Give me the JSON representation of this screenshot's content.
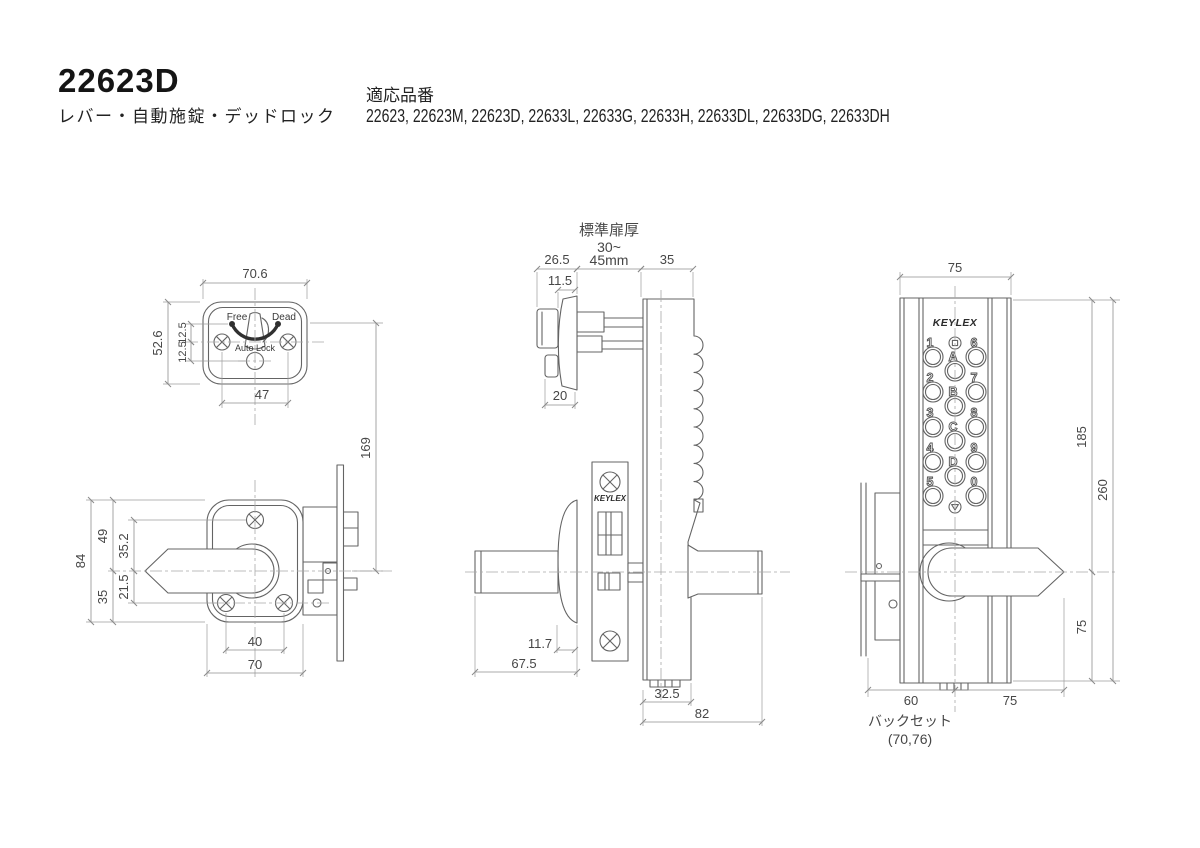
{
  "header": {
    "model": "22623D",
    "subtitle": "レバー・自動施錠・デッドロック",
    "compat_label": "適応品番",
    "compat_models": "22623, 22623M, 22623D, 22633L, 22633G, 22633H, 22633DL, 22633DG, 22633DH"
  },
  "brand": "KEYLEX",
  "indicator_plate": {
    "free": "Free",
    "dead": "Dead",
    "auto_lock": "Auto Lock",
    "dim_width": "70.6",
    "dim_height": "52.6",
    "dim_upper": "12.5",
    "dim_lower": "12.5",
    "dim_screws": "47"
  },
  "interior_view": {
    "dim_center_height": "169",
    "dim_total": "84",
    "dim_top": "49",
    "dim_bottom": "35",
    "dim_screw_top": "35.2",
    "dim_screw_bottom": "21.5",
    "dim_screws": "40",
    "dim_width": "70"
  },
  "side_view": {
    "door_label": "標準扉厚",
    "door_range": "30~",
    "door_mm": "45mm",
    "dim_inside": "26.5",
    "dim_thumbturn": "11.5",
    "dim_outside": "35",
    "dim_knob": "20",
    "dim_trim": "11.7",
    "dim_inside_total": "67.5",
    "dim_body": "32.5",
    "dim_total": "82"
  },
  "keypad_view": {
    "dim_width": "75",
    "dim_upper": "185",
    "dim_total": "260",
    "dim_lower": "75",
    "dim_backset": "60",
    "dim_lever": "75",
    "backset_label": "バックセット",
    "backset_values": "(70,76)",
    "keys_left": [
      "1",
      "2",
      "3",
      "4",
      "5"
    ],
    "keys_right": [
      "6",
      "7",
      "8",
      "9",
      "0"
    ],
    "keys_middle": [
      "A",
      "B",
      "C",
      "D"
    ]
  }
}
